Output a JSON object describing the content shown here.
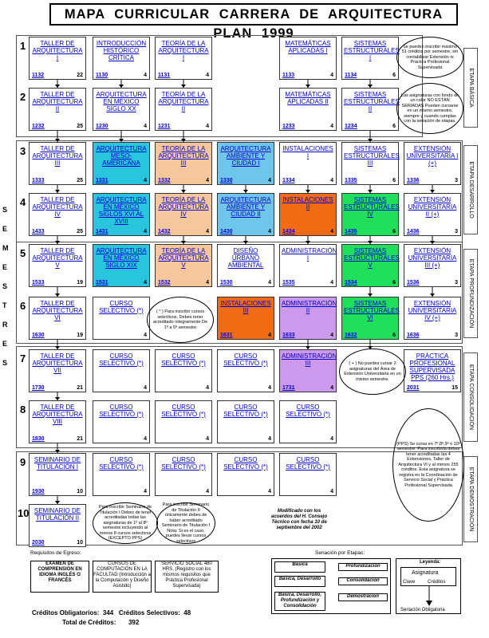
{
  "title": "MAPA   CURRICULAR   CARRERA  DE  ARQUITECTURA   PLAN 1999",
  "vertical_label": [
    "S",
    "E",
    "M",
    "E",
    "S",
    "T",
    "R",
    "E",
    "S"
  ],
  "semesters": [
    "1",
    "2",
    "3",
    "4",
    "5",
    "6",
    "7",
    "8",
    "9",
    "10"
  ],
  "cells": [
    {
      "t": "TALLER DE ARQUITECTURA I",
      "c": "1132",
      "k": "22",
      "col": 0,
      "row": 0
    },
    {
      "t": "INTRODUCCIÓN HISTÓRICO CRÍTICA",
      "c": "1130",
      "k": "4",
      "col": 1,
      "row": 0
    },
    {
      "t": "TEORÍA DE LA ARQUITECTURA I",
      "c": "1131",
      "k": "4",
      "col": 2,
      "row": 0
    },
    {
      "t": "MATEMÁTICAS APLICADAS I",
      "c": "1133",
      "k": "4",
      "col": 4,
      "row": 0
    },
    {
      "t": "SISTEMAS ESTRUCTURALES I",
      "c": "1134",
      "k": "6",
      "col": 5,
      "row": 0
    },
    {
      "t": "TALLER DE ARQUITECTURA II",
      "c": "1232",
      "k": "25",
      "col": 0,
      "row": 1
    },
    {
      "t": "ARQUITECTURA EN MÉXICO SIGLO XX",
      "c": "1230",
      "k": "4",
      "col": 1,
      "row": 1
    },
    {
      "t": "TEORÍA DE LA ARQUITECTURA II",
      "c": "1231",
      "k": "4",
      "col": 2,
      "row": 1
    },
    {
      "t": "MATEMÁTICAS APLICADAS II",
      "c": "1233",
      "k": "4",
      "col": 4,
      "row": 1
    },
    {
      "t": "SISTEMAS ESTRUCTURALES II",
      "c": "1234",
      "k": "6",
      "col": 5,
      "row": 1
    },
    {
      "t": "TALLER DE ARQUITECTURA III",
      "c": "1333",
      "k": "25",
      "col": 0,
      "row": 2
    },
    {
      "t": "ARQUITECTURA MESO-AMERICANA",
      "c": "1331",
      "k": "4",
      "col": 1,
      "row": 2,
      "bg": "#29c5dd"
    },
    {
      "t": "TEORÍA DE LA ARQUITECTURA III",
      "c": "1332",
      "k": "4",
      "col": 2,
      "row": 2,
      "bg": "#f7c79c"
    },
    {
      "t": "ARQUITECTURA AMBIENTE Y CIUDAD I",
      "c": "1330",
      "k": "4",
      "col": 3,
      "row": 2,
      "bg": "#6ec6ea"
    },
    {
      "t": "INSTALACIONES I",
      "c": "1334",
      "k": "4",
      "col": 4,
      "row": 2
    },
    {
      "t": "SISTEMAS ESTRUCTURALES III",
      "c": "1335",
      "k": "6",
      "col": 5,
      "row": 2
    },
    {
      "t": "EXTENSIÓN UNIVERSITARIA I (+)",
      "c": "1336",
      "k": "3",
      "col": 6,
      "row": 2
    },
    {
      "t": "TALLER DE ARQUITECTURA IV",
      "c": "1433",
      "k": "25",
      "col": 0,
      "row": 3
    },
    {
      "t": "ARQUITECTURA EN MÉXICO SIGLOS XVI AL XVIII",
      "c": "1431",
      "k": "4",
      "col": 1,
      "row": 3,
      "bg": "#29c5dd"
    },
    {
      "t": "TEORÍA DE LA ARQUITECTURA IV",
      "c": "1432",
      "k": "4",
      "col": 2,
      "row": 3,
      "bg": "#f7c79c"
    },
    {
      "t": "ARQUITECTURA AMBIENTE Y CIUDAD II",
      "c": "1430",
      "k": "4",
      "col": 3,
      "row": 3,
      "bg": "#6ec6ea"
    },
    {
      "t": "INSTALACIONES II",
      "c": "1434",
      "k": "4",
      "col": 4,
      "row": 3,
      "bg": "#f26a12"
    },
    {
      "t": "SISTEMAS ESTRUCTURALES IV",
      "c": "1435",
      "k": "6",
      "col": 5,
      "row": 3,
      "bg": "#1fe05a"
    },
    {
      "t": "EXTENSIÓN UNIVERSITARIA II (+)",
      "c": "1436",
      "k": "3",
      "col": 6,
      "row": 3
    },
    {
      "t": "TALLER DE ARQUITECTURA V",
      "c": "1533",
      "k": "19",
      "col": 0,
      "row": 4
    },
    {
      "t": "ARQUITECTURA EN MÉXICO SIGLO XIX",
      "c": "1531",
      "k": "4",
      "col": 1,
      "row": 4,
      "bg": "#29c5dd"
    },
    {
      "t": "TEORÍA DE LA ARQUITECTURA V",
      "c": "1532",
      "k": "4",
      "col": 2,
      "row": 4,
      "bg": "#f7c79c"
    },
    {
      "t": "DISEÑO URBANO AMBIENTAL",
      "c": "1530",
      "k": "4",
      "col": 3,
      "row": 4
    },
    {
      "t": "ADMINISTRACIÓN I",
      "c": "1535",
      "k": "4",
      "col": 4,
      "row": 4
    },
    {
      "t": "SISTEMAS ESTRUCTURALES V",
      "c": "1534",
      "k": "6",
      "col": 5,
      "row": 4,
      "bg": "#1fe05a"
    },
    {
      "t": "EXTENSIÓN UNIVERSITARIA III (+)",
      "c": "1536",
      "k": "3",
      "col": 6,
      "row": 4
    },
    {
      "t": "TALLER DE ARQUITECTURA VI",
      "c": "1630",
      "k": "19",
      "col": 0,
      "row": 5
    },
    {
      "t": "CURSO SELECTIVO (*)",
      "c": "",
      "k": "4",
      "col": 1,
      "row": 5
    },
    {
      "t": "INSTALACIONES III",
      "c": "1631",
      "k": "4",
      "col": 3,
      "row": 5,
      "bg": "#f26a12"
    },
    {
      "t": "ADMINISTRACIÓN II",
      "c": "1633",
      "k": "4",
      "col": 4,
      "row": 5,
      "bg": "#cc99ee"
    },
    {
      "t": "SISTEMAS ESTRUCTURALES VI",
      "c": "1632",
      "k": "6",
      "col": 5,
      "row": 5,
      "bg": "#1fe05a"
    },
    {
      "t": "EXTENSIÓN UNIVERSITARIA IV (+)",
      "c": "1636",
      "k": "3",
      "col": 6,
      "row": 5
    },
    {
      "t": "TALLER DE ARQUITECTURA VII",
      "c": "1730",
      "k": "21",
      "col": 0,
      "row": 6
    },
    {
      "t": "CURSO SELECTIVO (*)",
      "c": "",
      "k": "4",
      "col": 1,
      "row": 6
    },
    {
      "t": "CURSO SELECTIVO (*)",
      "c": "",
      "k": "4",
      "col": 2,
      "row": 6
    },
    {
      "t": "CURSO SELECTIVO (*)",
      "c": "",
      "k": "4",
      "col": 3,
      "row": 6
    },
    {
      "t": "ADMINISTRACIÓN III",
      "c": "1731",
      "k": "4",
      "col": 4,
      "row": 6,
      "bg": "#cc99ee"
    },
    {
      "t": "PRÁCTICA PROFESIONAL SUPERVISADA PPS (260 Hrs.)",
      "c": "2031",
      "k": "15",
      "col": 6,
      "row": 6
    },
    {
      "t": "TALLER DE ARQUITECTURA VIII",
      "c": "1830",
      "k": "21",
      "col": 0,
      "row": 7
    },
    {
      "t": "CURSO SELECTIVO (*)",
      "c": "",
      "k": "4",
      "col": 1,
      "row": 7
    },
    {
      "t": "CURSO SELECTIVO (*)",
      "c": "",
      "k": "4",
      "col": 2,
      "row": 7
    },
    {
      "t": "CURSO SELECTIVO (*)",
      "c": "",
      "k": "4",
      "col": 3,
      "row": 7
    },
    {
      "t": "CURSO SELECTIVO (*)",
      "c": "",
      "k": "4",
      "col": 4,
      "row": 7
    },
    {
      "t": "SEMINARIO DE TITULACIÓN I",
      "c": "1930",
      "k": "10",
      "col": 0,
      "row": 8
    },
    {
      "t": "CURSO SELECTIVO (*)",
      "c": "",
      "k": "4",
      "col": 1,
      "row": 8
    },
    {
      "t": "CURSO SELECTIVO (*)",
      "c": "",
      "k": "4",
      "col": 2,
      "row": 8
    },
    {
      "t": "CURSO SELECTIVO (*)",
      "c": "",
      "k": "4",
      "col": 3,
      "row": 8
    },
    {
      "t": "CURSO SELECTIVO (*)",
      "c": "",
      "k": "4",
      "col": 4,
      "row": 8
    },
    {
      "t": "SEMINARIO DE TITULACIÓN II",
      "c": "2030",
      "k": "10",
      "col": 0,
      "row": 9
    }
  ],
  "etapas": [
    "ETAPA BÁSICA",
    "ETAPA DESARROLLO",
    "ETAPA PROFUNDIZACIÓN",
    "ETAPA CONSOLIDACIÓN",
    "ETAPA DEMOSTRACIÓN"
  ],
  "notes": {
    "n1": "Se pueden inscribir máximo 51 créditos por semestre, sin contabilizar Extensión ni Práctica Profesional Supervisada",
    "n2": "Las asignaturas con fondo de un color NO ESTÁN SERIADAS Pueden cursarse en un mismo semestre, siempre y cuando cumplas con la seriación de etapas.",
    "n3": "( * ) Para inscribir cursos selectivos, Debes tener acreditado íntegramente De 1º a 5º semestre",
    "n4": "( + ) No puedes cursar 2 asignaturas del Área de Extensión Universitaria en un mismo semestre.",
    "n5": "(PPS) Se cursa en 7º,8º,9º ó 10º semestre. Para inscribirla debes tener acreditadas las 4 Extensiones, Taller de Arquitectura VI y al menos 255 créditos. Esta asignatura se registra en la Coordinación de Servicio Social y Práctica Profesional Supervisada",
    "n6": "Para inscribir Seminario de Titulación I Debes de tener acreditadas todas las asignaturas de 1º al 8º semestre incluyendo al menos 8 cursos selectivos (EXCEPTO PPS)",
    "n7": "Para inscribir Seminario de Titulación II únicamente debes de haber acreditado Seminario de Titulación I Nota: Si es el caso, puedes llevar cursos selectivos",
    "mod": "Modificado con los acuerdos del H. Consejo Técnico con fecha 10 de septiembre del 2002"
  },
  "egreso": {
    "label": "Requisitos de Egreso:",
    "items": [
      "EXAMEN DE COMPRENSIÓN EN IDIOMA INGLÉS O FRANCÉS",
      "CURSOS DE COMPUTACIÓN EN LA FACULTAD (Introducción a la Computación y Diseño Asistido)",
      "SERVICIO SOCIAL 480 HRS. (Registro con los mismos requisitos que Práctica Profesional Supervisada)"
    ]
  },
  "seriacion": {
    "label": "Seriación por Etapas:",
    "rows": [
      [
        "Básica",
        "Profundización"
      ],
      [
        "Básica, Desarrollo",
        "Consolidación"
      ],
      [
        "Básica, Desarrollo, Profundización y Consolidación",
        "Demostración"
      ]
    ]
  },
  "leyenda": {
    "label": "Leyenda:",
    "asig": "Asignatura",
    "clave": "Clave",
    "cred": "Créditos",
    "ser": "Seriación Obligatoria"
  },
  "totals": {
    "line1": "Créditos Obligatorios:  344   Créditos Selectivos:  48",
    "line2": "Total de Créditos:       392"
  }
}
